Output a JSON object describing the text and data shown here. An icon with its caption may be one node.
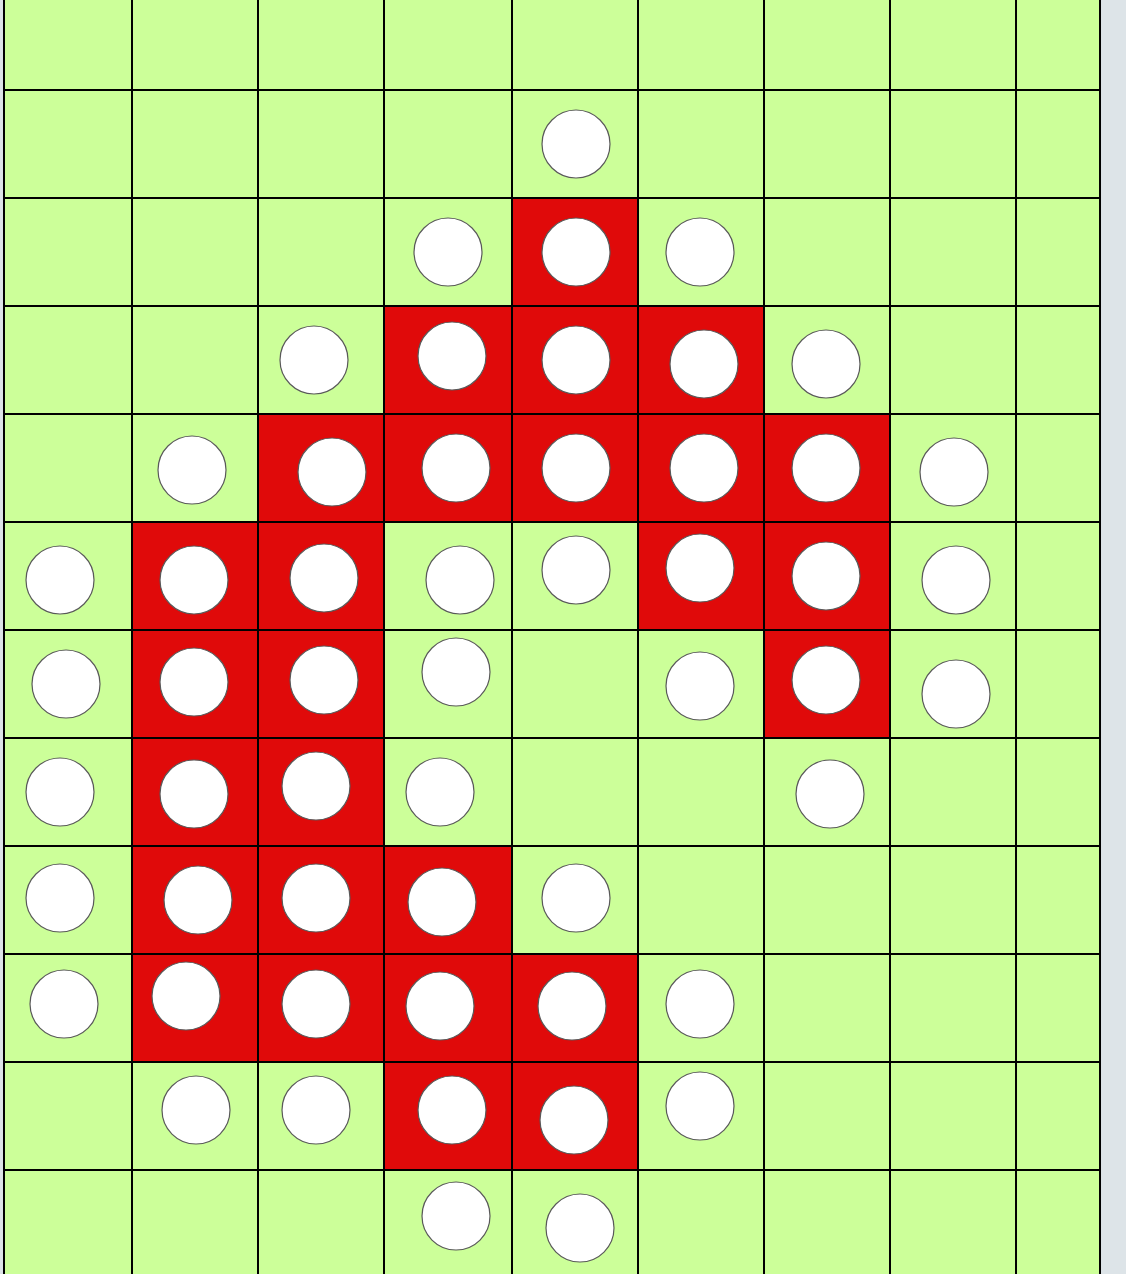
{
  "diagram": {
    "nodes": [
      {
        "text": [],
        "shape": "circle"
      },
      {
        "text": [],
        "shape": "circle"
      },
      {
        "text": [],
        "shape": "circle"
      },
      {
        "text": [],
        "shape": "circle"
      },
      {
        "text": [],
        "shape": "circle"
      },
      {
        "text": [],
        "shape": "circle"
      },
      {
        "text": [],
        "shape": "circle"
      },
      {
        "text": [],
        "shape": "circle"
      },
      {
        "text": [],
        "shape": "circle"
      },
      {
        "text": [],
        "shape": "circle"
      },
      {
        "text": [],
        "shape": "circle"
      },
      {
        "text": [],
        "shape": "circle"
      },
      {
        "text": [],
        "shape": "circle"
      },
      {
        "text": [],
        "shape": "circle"
      },
      {
        "text": [],
        "shape": "circle"
      },
      {
        "text": [],
        "shape": "circle"
      },
      {
        "text": [],
        "shape": "circle"
      },
      {
        "text": [],
        "shape": "circle"
      },
      {
        "text": [],
        "shape": "circle"
      },
      {
        "text": [],
        "shape": "circle"
      },
      {
        "text": [],
        "shape": "circle"
      },
      {
        "text": [],
        "shape": "circle"
      },
      {
        "text": [],
        "shape": "circle"
      },
      {
        "text": [],
        "shape": "circle"
      },
      {
        "text": [],
        "shape": "circle"
      },
      {
        "text": [],
        "shape": "circle"
      },
      {
        "text": [],
        "shape": "circle"
      },
      {
        "text": [],
        "shape": "circle"
      },
      {
        "text": [],
        "shape": "circle"
      },
      {
        "text": [],
        "shape": "circle"
      },
      {
        "text": [],
        "shape": "circle"
      },
      {
        "text": [],
        "shape": "circle"
      },
      {
        "text": [],
        "shape": "circle"
      },
      {
        "text": [],
        "shape": "circle"
      },
      {
        "text": [],
        "shape": "circle"
      },
      {
        "text": [],
        "shape": "circle"
      },
      {
        "text": [],
        "shape": "circle"
      },
      {
        "text": [],
        "shape": "circle"
      },
      {
        "text": [],
        "shape": "circle"
      },
      {
        "text": [],
        "shape": "circle"
      },
      {
        "text": [],
        "shape": "circle"
      },
      {
        "text": [],
        "shape": "circle"
      },
      {
        "text": [],
        "shape": "circle"
      },
      {
        "text": [],
        "shape": "circle"
      },
      {
        "text": [],
        "shape": "circle"
      },
      {
        "text": [],
        "shape": "circle"
      },
      {
        "text": [],
        "shape": "circle"
      },
      {
        "text": [],
        "shape": "circle"
      },
      {
        "text": [],
        "shape": "circle"
      },
      {
        "text": [],
        "shape": "circle"
      },
      {
        "text": [],
        "shape": "circle"
      },
      {
        "text": [],
        "shape": "circle"
      },
      {
        "text": [],
        "shape": "circle"
      },
      {
        "text": [],
        "shape": "circle"
      }
    ]
  }
}
